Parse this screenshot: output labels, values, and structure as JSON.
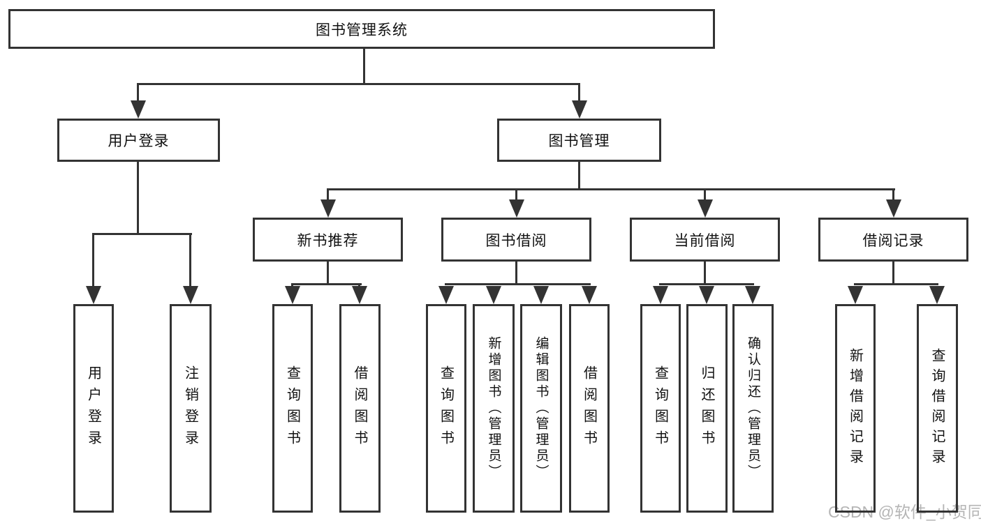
{
  "tree": {
    "root": {
      "label": "图书管理系统"
    },
    "user_login": {
      "label": "用户登录",
      "children": [
        {
          "label": "用户登录"
        },
        {
          "label": "注销登录"
        }
      ]
    },
    "book_mgmt": {
      "label": "图书管理",
      "modules": [
        {
          "label": "新书推荐",
          "children": [
            {
              "label": "查询图书"
            },
            {
              "label": "借阅图书"
            }
          ]
        },
        {
          "label": "图书借阅",
          "children": [
            {
              "label": "查询图书"
            },
            {
              "label": "新增图书（管理员）"
            },
            {
              "label": "编辑图书（管理员）"
            },
            {
              "label": "借阅图书"
            }
          ]
        },
        {
          "label": "当前借阅",
          "children": [
            {
              "label": "查询图书"
            },
            {
              "label": "归还图书"
            },
            {
              "label": "确认归还（管理员）"
            }
          ]
        },
        {
          "label": "借阅记录",
          "children": [
            {
              "label": "新增借阅记录"
            },
            {
              "label": "查询借阅记录"
            }
          ]
        }
      ]
    }
  },
  "watermark": {
    "text": "CSDN @软件_小贺同学"
  },
  "colors": {
    "line": "#333333",
    "text": "#111111",
    "watermark": "#b5b5b5",
    "background": "#ffffff"
  }
}
